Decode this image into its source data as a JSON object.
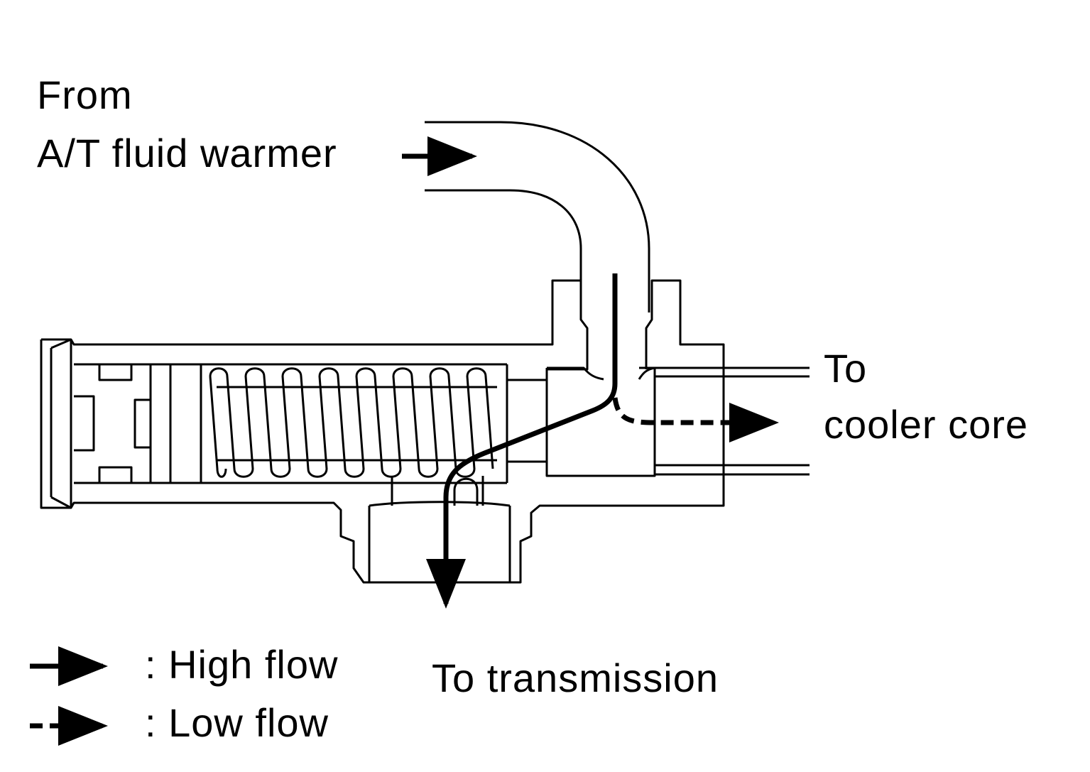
{
  "labels": {
    "from_line1": "From",
    "from_line2": "A/T fluid warmer",
    "to_line1": "To",
    "to_line2": "cooler core",
    "to_transmission": "To transmission"
  },
  "legend": {
    "high_flow": ": High flow",
    "low_flow": ": Low flow"
  },
  "colors": {
    "line": "#000000",
    "background": "#ffffff"
  }
}
